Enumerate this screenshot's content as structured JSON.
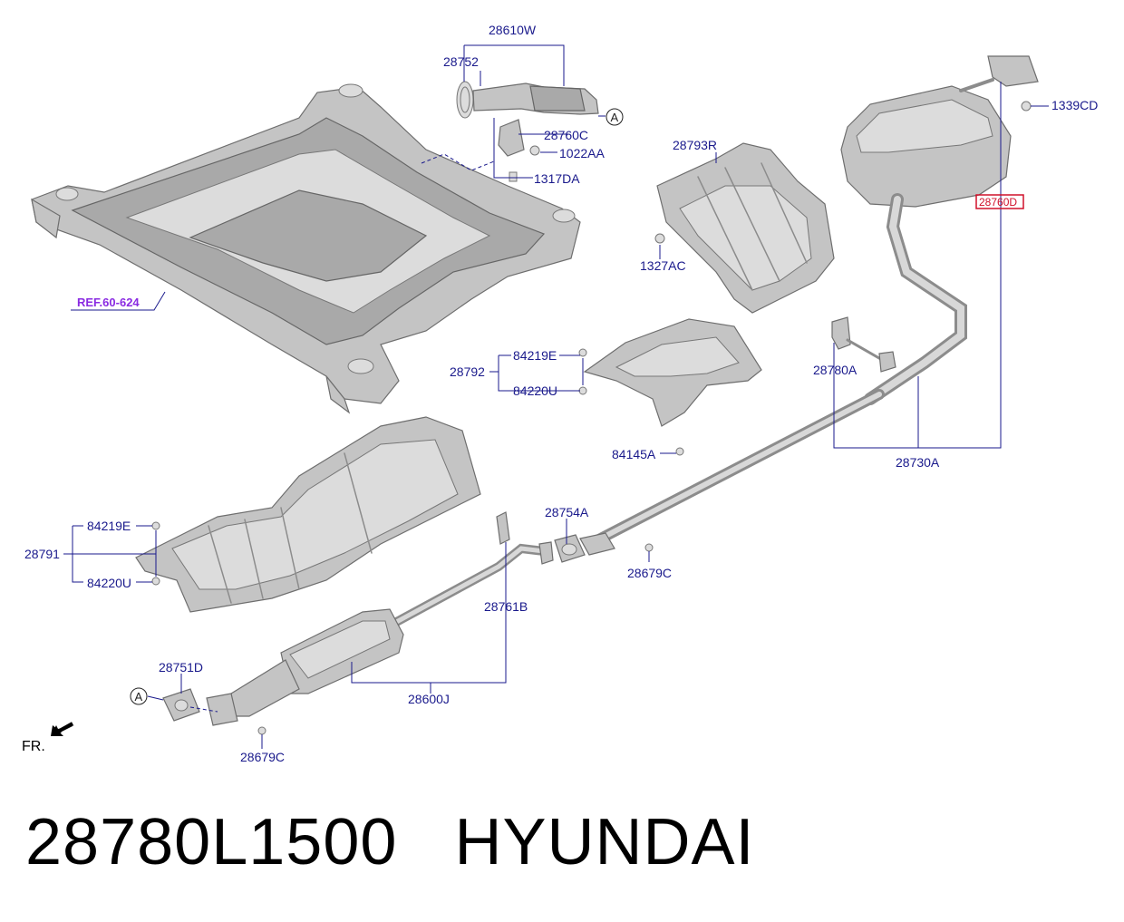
{
  "labels": {
    "p28610W": "28610W",
    "p28752": "28752",
    "p28760C": "28760C",
    "p1022AA": "1022AA",
    "p1317DA": "1317DA",
    "p28793R": "28793R",
    "p1327AC": "1327AC",
    "p1339CD": "1339CD",
    "p28760D": "28760D",
    "ref": "REF.60-624",
    "p84219E_a": "84219E",
    "p28792": "28792",
    "p84220U_a": "84220U",
    "p84145A": "84145A",
    "p28780A": "28780A",
    "p28730A": "28730A",
    "p84219E_b": "84219E",
    "p28791": "28791",
    "p84220U_b": "84220U",
    "p28754A": "28754A",
    "p28679C_a": "28679C",
    "p28761B": "28761B",
    "p28751D": "28751D",
    "p28600J": "28600J",
    "p28679C_b": "28679C",
    "marker_a1": "A",
    "marker_a2": "A",
    "fr": "FR."
  },
  "caption": "28780L1500   HYUNDAI",
  "colors": {
    "label_text": "#1a1a8c",
    "ref_text": "#8a2be2",
    "highlight_box": "#d0102a",
    "part_fill": "#c4c4c4",
    "part_stroke": "#6e6e6e"
  }
}
